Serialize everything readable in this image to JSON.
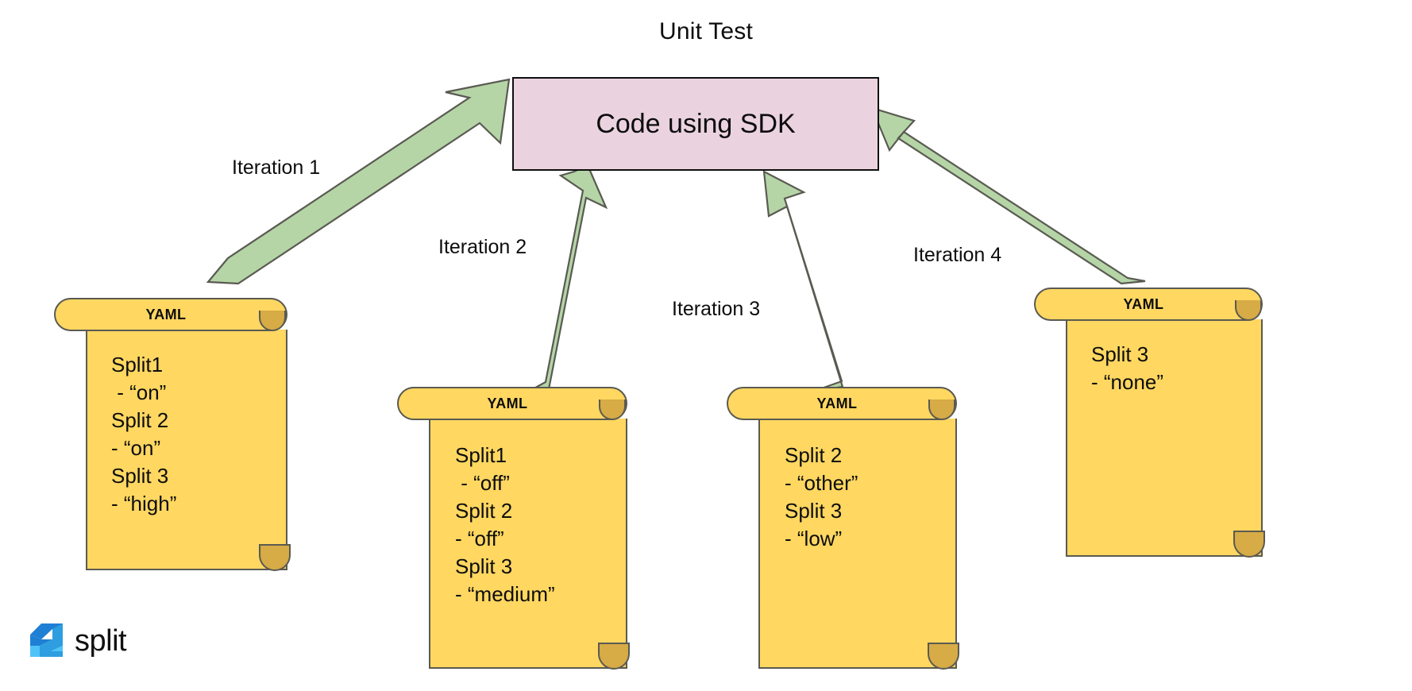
{
  "title": "Unit Test",
  "center_box": {
    "label": "Code using SDK",
    "fill": "#ead3de",
    "border": "#0f0f0f"
  },
  "arrow_color": "#b5d5a7",
  "arrow_border": "#5a5a52",
  "scroll_colors": {
    "paper": "#ffd761",
    "curl": "#d7ab45",
    "border": "#5a5a52"
  },
  "iterations": [
    {
      "id": "iteration-1",
      "label": "Iteration 1"
    },
    {
      "id": "iteration-2",
      "label": "Iteration 2"
    },
    {
      "id": "iteration-3",
      "label": "Iteration 3"
    },
    {
      "id": "iteration-4",
      "label": "Iteration 4"
    }
  ],
  "scrolls": [
    {
      "id": "yaml-scroll-1",
      "header": "YAML",
      "lines": [
        "Split1",
        " - “on”",
        "Split 2",
        "- “on”",
        "Split 3",
        "- “high”"
      ],
      "text": "Split1\n - “on”\nSplit 2\n- “on”\nSplit 3\n- “high”"
    },
    {
      "id": "yaml-scroll-2",
      "header": "YAML",
      "lines": [
        "Split1",
        " - “off”",
        "Split 2",
        "- “off”",
        "Split 3",
        "- “medium”"
      ],
      "text": "Split1\n - “off”\nSplit 2\n- “off”\nSplit 3\n- “medium”"
    },
    {
      "id": "yaml-scroll-3",
      "header": "YAML",
      "lines": [
        "Split 2",
        "- “other”",
        "Split 3",
        "- “low”"
      ],
      "text": "Split 2\n- “other”\nSplit 3\n- “low”"
    },
    {
      "id": "yaml-scroll-4",
      "header": "YAML",
      "lines": [
        "Split 3",
        "- “none”"
      ],
      "text": "Split 3\n- “none”"
    }
  ],
  "logo": {
    "name": "split-logo",
    "wordmark": "split",
    "mark_color_dark": "#1f7fd4",
    "mark_color_light": "#4fc3f7"
  }
}
